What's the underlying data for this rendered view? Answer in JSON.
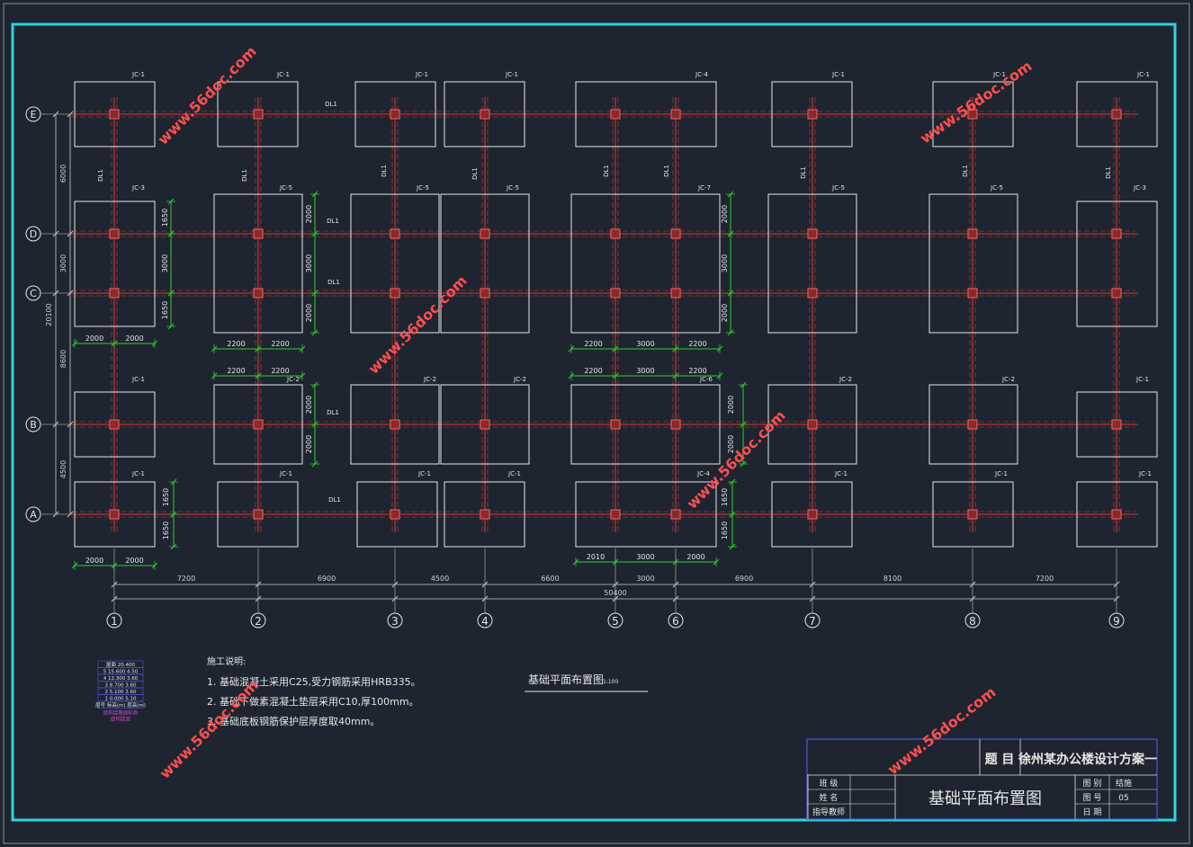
{
  "colors": {
    "background": "#1e2530",
    "border": "#2fd3e0",
    "footing": "#e6e6e6",
    "beam": "#d63a3a",
    "column": "#e05a5a",
    "dim_green": "#2fd02f",
    "dim_white": "#cfcfcf",
    "text": "#e6e6e6",
    "watermark": "#ff4f4f",
    "table_blue": "#4a5ad8",
    "magenta": "#d04ad0"
  },
  "axes": {
    "rows": [
      "E",
      "D",
      "C",
      "B",
      "A"
    ],
    "columns": [
      "1",
      "2",
      "3",
      "4",
      "5",
      "6",
      "7",
      "8",
      "9"
    ]
  },
  "labels": {
    "jc_top": [
      "JC-1",
      "JC-1",
      "JC-1",
      "JC-1",
      "JC-4",
      "JC-1",
      "JC-1",
      "JC-1"
    ],
    "jc_mid_top": [
      "JC-3",
      "JC-5",
      "JC-5",
      "JC-5",
      "JC-7",
      "JC-5",
      "JC-5",
      "JC-3"
    ],
    "jc_mid_bottom": [
      "JC-1",
      "JC-2",
      "JC-2",
      "JC-2",
      "JC-6",
      "JC-2",
      "JC-2",
      "JC-1"
    ],
    "jc_bottom": [
      "JC-1",
      "JC-1",
      "JC-1",
      "JC-1",
      "JC-4",
      "JC-1",
      "JC-1",
      "JC-1"
    ],
    "beam": "DL1"
  },
  "dims": {
    "bottom_spans": [
      "7200",
      "6900",
      "4500",
      "6600",
      "3000",
      "6900",
      "8100",
      "7200"
    ],
    "bottom_total": "50400",
    "left_spans": [
      "6000",
      "3000",
      "8600",
      "4500"
    ],
    "left_total": "20100",
    "d1650": "1650",
    "d3000": "3000",
    "d2000": "2000",
    "d2200": "2200",
    "d2010": "2010"
  },
  "notes": {
    "heading": "施工说明:",
    "lines": [
      "1. 基础混凝土采用C25,受力钢筋采用HRB335。",
      "2. 基础下做素混凝土垫层采用C10,厚100mm。",
      "3. 基础底板钢筋保护层厚度取40mm。"
    ]
  },
  "plan_title": "基础平面布置图",
  "plan_scale": "1:100",
  "story_table": {
    "rows": [
      "屋面 20.400",
      "5 15.600 4.50",
      "4 12.300 3.60",
      "3 8.700 3.60",
      "2 5.100 3.60",
      "1 0.000 5.10",
      "层号 标高(m) 层高(m)"
    ],
    "caption": "结构层楼面标高",
    "caption2": "结构层高"
  },
  "title_block": {
    "topic_label": "题  目",
    "topic": "徐州某办公楼设计方案一",
    "row_labels": [
      "班  级",
      "姓  名",
      "指导教师"
    ],
    "drawing_name": "基础平面布置图",
    "right_labels": [
      "图  别",
      "图  号",
      "日  期"
    ],
    "right_values": [
      "结施",
      "05",
      ""
    ]
  },
  "watermark": "www.56doc.com"
}
